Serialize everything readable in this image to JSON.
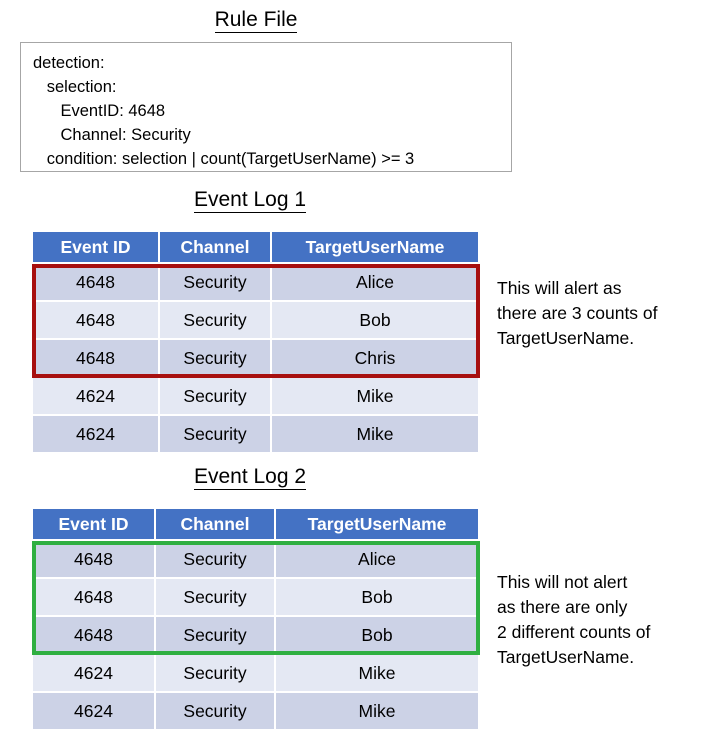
{
  "rule_file": {
    "title": "Rule File",
    "lines": [
      "detection:",
      "   selection:",
      "      EventID: 4648",
      "      Channel: Security",
      "   condition: selection | count(TargetUserName) >= 3"
    ]
  },
  "event_log_1": {
    "title": "Event Log 1",
    "columns": [
      "Event ID",
      "Channel",
      "TargetUserName"
    ],
    "rows": [
      [
        "4648",
        "Security",
        "Alice"
      ],
      [
        "4648",
        "Security",
        "Bob"
      ],
      [
        "4648",
        "Security",
        "Chris"
      ],
      [
        "4624",
        "Security",
        "Mike"
      ],
      [
        "4624",
        "Security",
        "Mike"
      ]
    ],
    "annotation": "This will alert as\nthere are 3 counts of\nTargetUserName.",
    "highlight_color": "#a70f0f"
  },
  "event_log_2": {
    "title": "Event Log 2",
    "columns": [
      "Event ID",
      "Channel",
      "TargetUserName"
    ],
    "rows": [
      [
        "4648",
        "Security",
        "Alice"
      ],
      [
        "4648",
        "Security",
        "Bob"
      ],
      [
        "4648",
        "Security",
        "Bob"
      ],
      [
        "4624",
        "Security",
        "Mike"
      ],
      [
        "4624",
        "Security",
        "Mike"
      ]
    ],
    "annotation": "This will not alert\nas there are only\n2 different counts of\nTargetUserName.",
    "highlight_color": "#2faf41"
  },
  "colors": {
    "header_blue": "#4472c4",
    "row_dark": "#ccd2e6",
    "row_light": "#e4e8f3",
    "box_border": "#a6a6a6"
  }
}
